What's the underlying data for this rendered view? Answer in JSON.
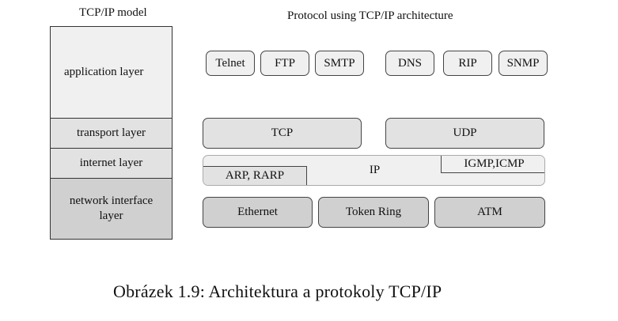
{
  "model": {
    "title": "TCP/IP model",
    "layers": {
      "application": "application layer",
      "transport": "transport layer",
      "internet": "internet layer",
      "network": "network interface layer"
    }
  },
  "protocols": {
    "title": "Protocol using TCP/IP architecture",
    "application": [
      "Telnet",
      "FTP",
      "SMTP",
      "DNS",
      "RIP",
      "SNMP"
    ],
    "transport": [
      "TCP",
      "UDP"
    ],
    "internet": {
      "main": "IP",
      "left": "ARP, RARP",
      "right": "IGMP,ICMP"
    },
    "network": [
      "Ethernet",
      "Token Ring",
      "ATM"
    ]
  },
  "caption": "Obrázek 1.9: Architektura a protokoly TCP/IP"
}
